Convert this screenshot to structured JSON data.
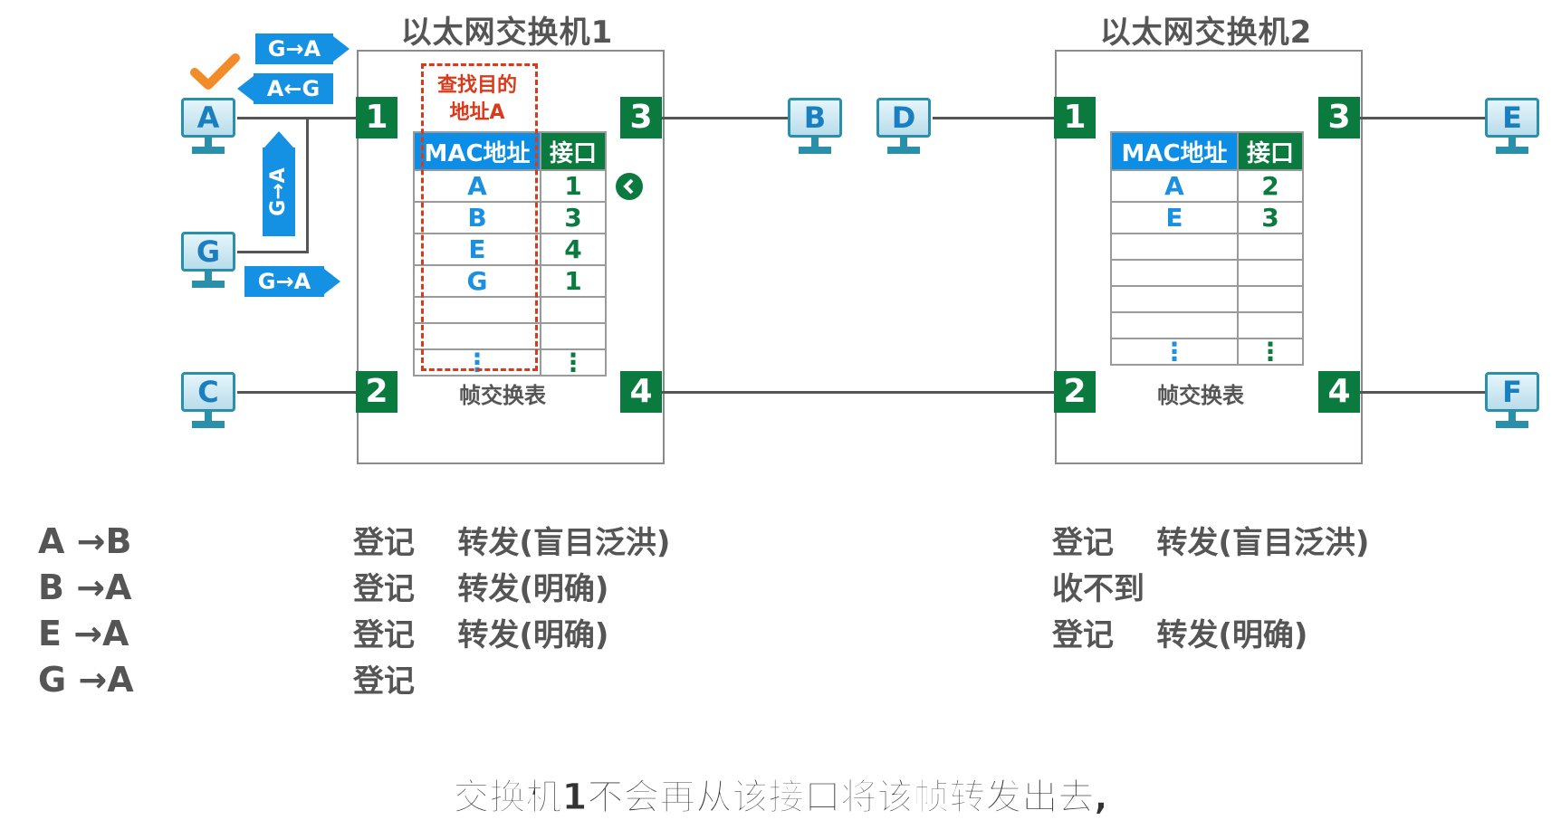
{
  "switches": [
    {
      "title": "以太网交换机1",
      "ports": [
        "1",
        "2",
        "3",
        "4"
      ],
      "table_caption": "帧交换表",
      "table": {
        "headers": [
          "MAC地址",
          "接口"
        ],
        "rows": [
          [
            "A",
            "1"
          ],
          [
            "B",
            "3"
          ],
          [
            "E",
            "4"
          ],
          [
            "G",
            "1"
          ]
        ],
        "dots": [
          "⋮",
          "⋮"
        ]
      }
    },
    {
      "title": "以太网交换机2",
      "ports": [
        "1",
        "2",
        "3",
        "4"
      ],
      "table_caption": "帧交换表",
      "table": {
        "headers": [
          "MAC地址",
          "接口"
        ],
        "rows": [
          [
            "A",
            "2"
          ],
          [
            "E",
            "3"
          ]
        ],
        "dots": [
          "⋮",
          "⋮"
        ]
      }
    }
  ],
  "hosts": {
    "A": "A",
    "B": "B",
    "C": "C",
    "D": "D",
    "E": "E",
    "F": "F",
    "G": "G"
  },
  "frames": {
    "top_out": "G→A",
    "top_back": "A←G",
    "vertical": "G→A",
    "from_g": "G→A"
  },
  "lookup": {
    "line1": "查找目的",
    "line2": "地址A"
  },
  "icons": {
    "check": "check-icon",
    "back": "back-arrow-icon"
  },
  "colors": {
    "port": "#0b7a3e",
    "frame": "#1591e4",
    "mac_header": "#0c8ee6",
    "lookup": "#d93a1b",
    "check": "#f28c28"
  },
  "flows": [
    "A →B",
    "B →A",
    "E →A",
    "G →A"
  ],
  "log_sw1": [
    "登记    转发(盲目泛洪)",
    "登记    转发(明确)",
    "登记    转发(明确)",
    "登记"
  ],
  "log_sw2": [
    "登记    转发(盲目泛洪)",
    "收不到",
    "登记    转发(明确)"
  ],
  "subtitle": "交换机1不会再从该接口将该帧转发出去,"
}
